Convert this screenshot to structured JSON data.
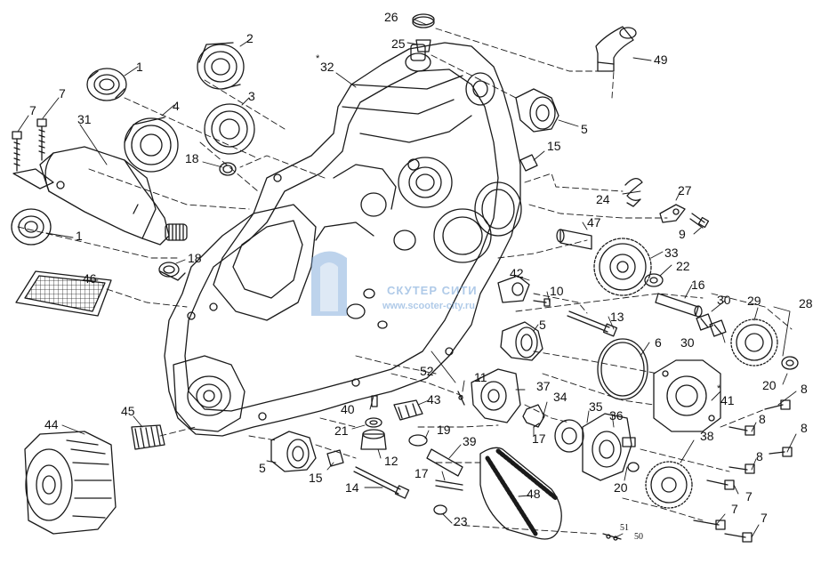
{
  "watermark": {
    "line1": "СКУТЕР СИТИ",
    "line2": "www.scooter-city.ru"
  },
  "callouts": {
    "n1a": "1",
    "n1b": "1",
    "n2": "2",
    "n3": "3",
    "n4": "4",
    "n5a": "5",
    "n5b": "5",
    "n5c": "5",
    "n6": "6",
    "n7a": "7",
    "n7b": "7",
    "n7c": "7",
    "n7d": "7",
    "n7e": "7",
    "n8a": "8",
    "n8b": "8",
    "n8c": "8",
    "n8d": "8",
    "n9": "9",
    "n10": "10",
    "n11": "11",
    "n12": "12",
    "n13": "13",
    "n14": "14",
    "n15a": "15",
    "n15b": "15",
    "n16": "16",
    "n17a": "17",
    "n17b": "17",
    "n18a": "18",
    "n18b": "18",
    "n19": "19",
    "n20a": "20",
    "n20b": "20",
    "n21": "21",
    "n22": "22",
    "n23": "23",
    "n24": "24",
    "n25": "25",
    "n26": "26",
    "n27": "27",
    "n28": "28",
    "n29": "29",
    "n30a": "30",
    "n30b": "30",
    "n31": "31",
    "n32": "32",
    "n33": "33",
    "n34": "34",
    "n35": "35",
    "n36": "36",
    "n37": "37",
    "n38": "38",
    "n39": "39",
    "n40": "40",
    "n41": "41",
    "n42": "42",
    "n43": "43",
    "n44": "44",
    "n45": "45",
    "n46": "46",
    "n47": "47",
    "n48": "48",
    "n49": "49",
    "n50": "50",
    "n51": "51",
    "n52": "52",
    "star32": "*",
    "star41": "*"
  },
  "colors": {
    "line": "#1a1a1a",
    "watermark": "#6f9fd6"
  }
}
